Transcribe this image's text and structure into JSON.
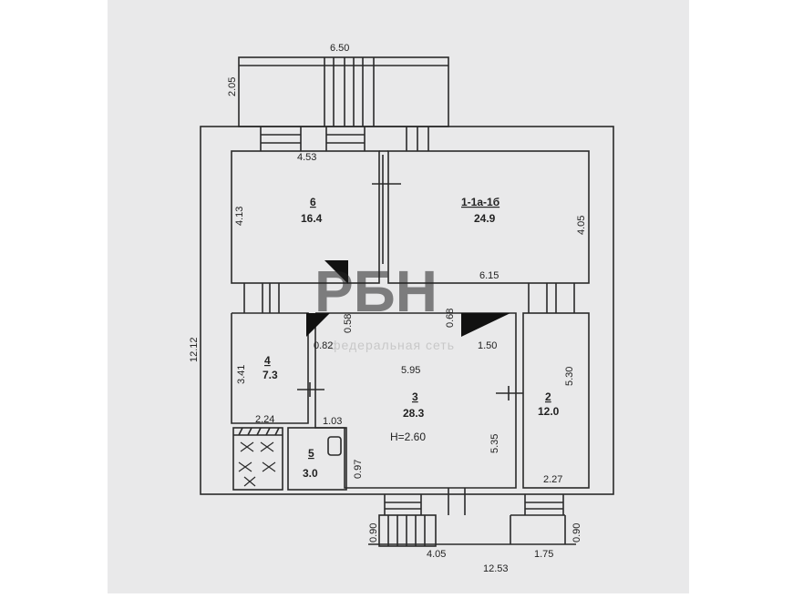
{
  "dimensions": {
    "porch_width": "6.50",
    "porch_depth": "2.05",
    "room6_width": "4.53",
    "room6_depth": "4.13",
    "room1_depth": "4.05",
    "room1_width": "6.15",
    "overall_height": "12.12",
    "door_a": "0.58",
    "door_b": "0.68",
    "corner_a": "0.82",
    "corner_b": "1.50",
    "room4_depth": "3.41",
    "room3_width": "5.95",
    "room2_depth": "5.30",
    "room4_width": "2.24",
    "step_1": "1.03",
    "room3_depth": "5.35",
    "room5_depth": "0.97",
    "room2_width": "2.27",
    "stairs_left": "0.90",
    "stairs_right": "0.90",
    "bottom_a": "4.05",
    "bottom_b": "1.75",
    "overall_width": "12.53"
  },
  "rooms": [
    {
      "number": "6",
      "area": "16.4"
    },
    {
      "number": "1-1а-1б",
      "area": "24.9"
    },
    {
      "number": "4",
      "area": "7.3"
    },
    {
      "number": "3",
      "area": "28.3",
      "height": "H=2.60"
    },
    {
      "number": "2",
      "area": "12.0"
    },
    {
      "number": "5",
      "area": "3.0"
    }
  ],
  "watermark": {
    "logo": "РБН",
    "tagline": "федеральная сеть"
  },
  "colors": {
    "paper": "#e9e9ea",
    "line": "#2a2a2a",
    "logo": "#e8354c"
  }
}
